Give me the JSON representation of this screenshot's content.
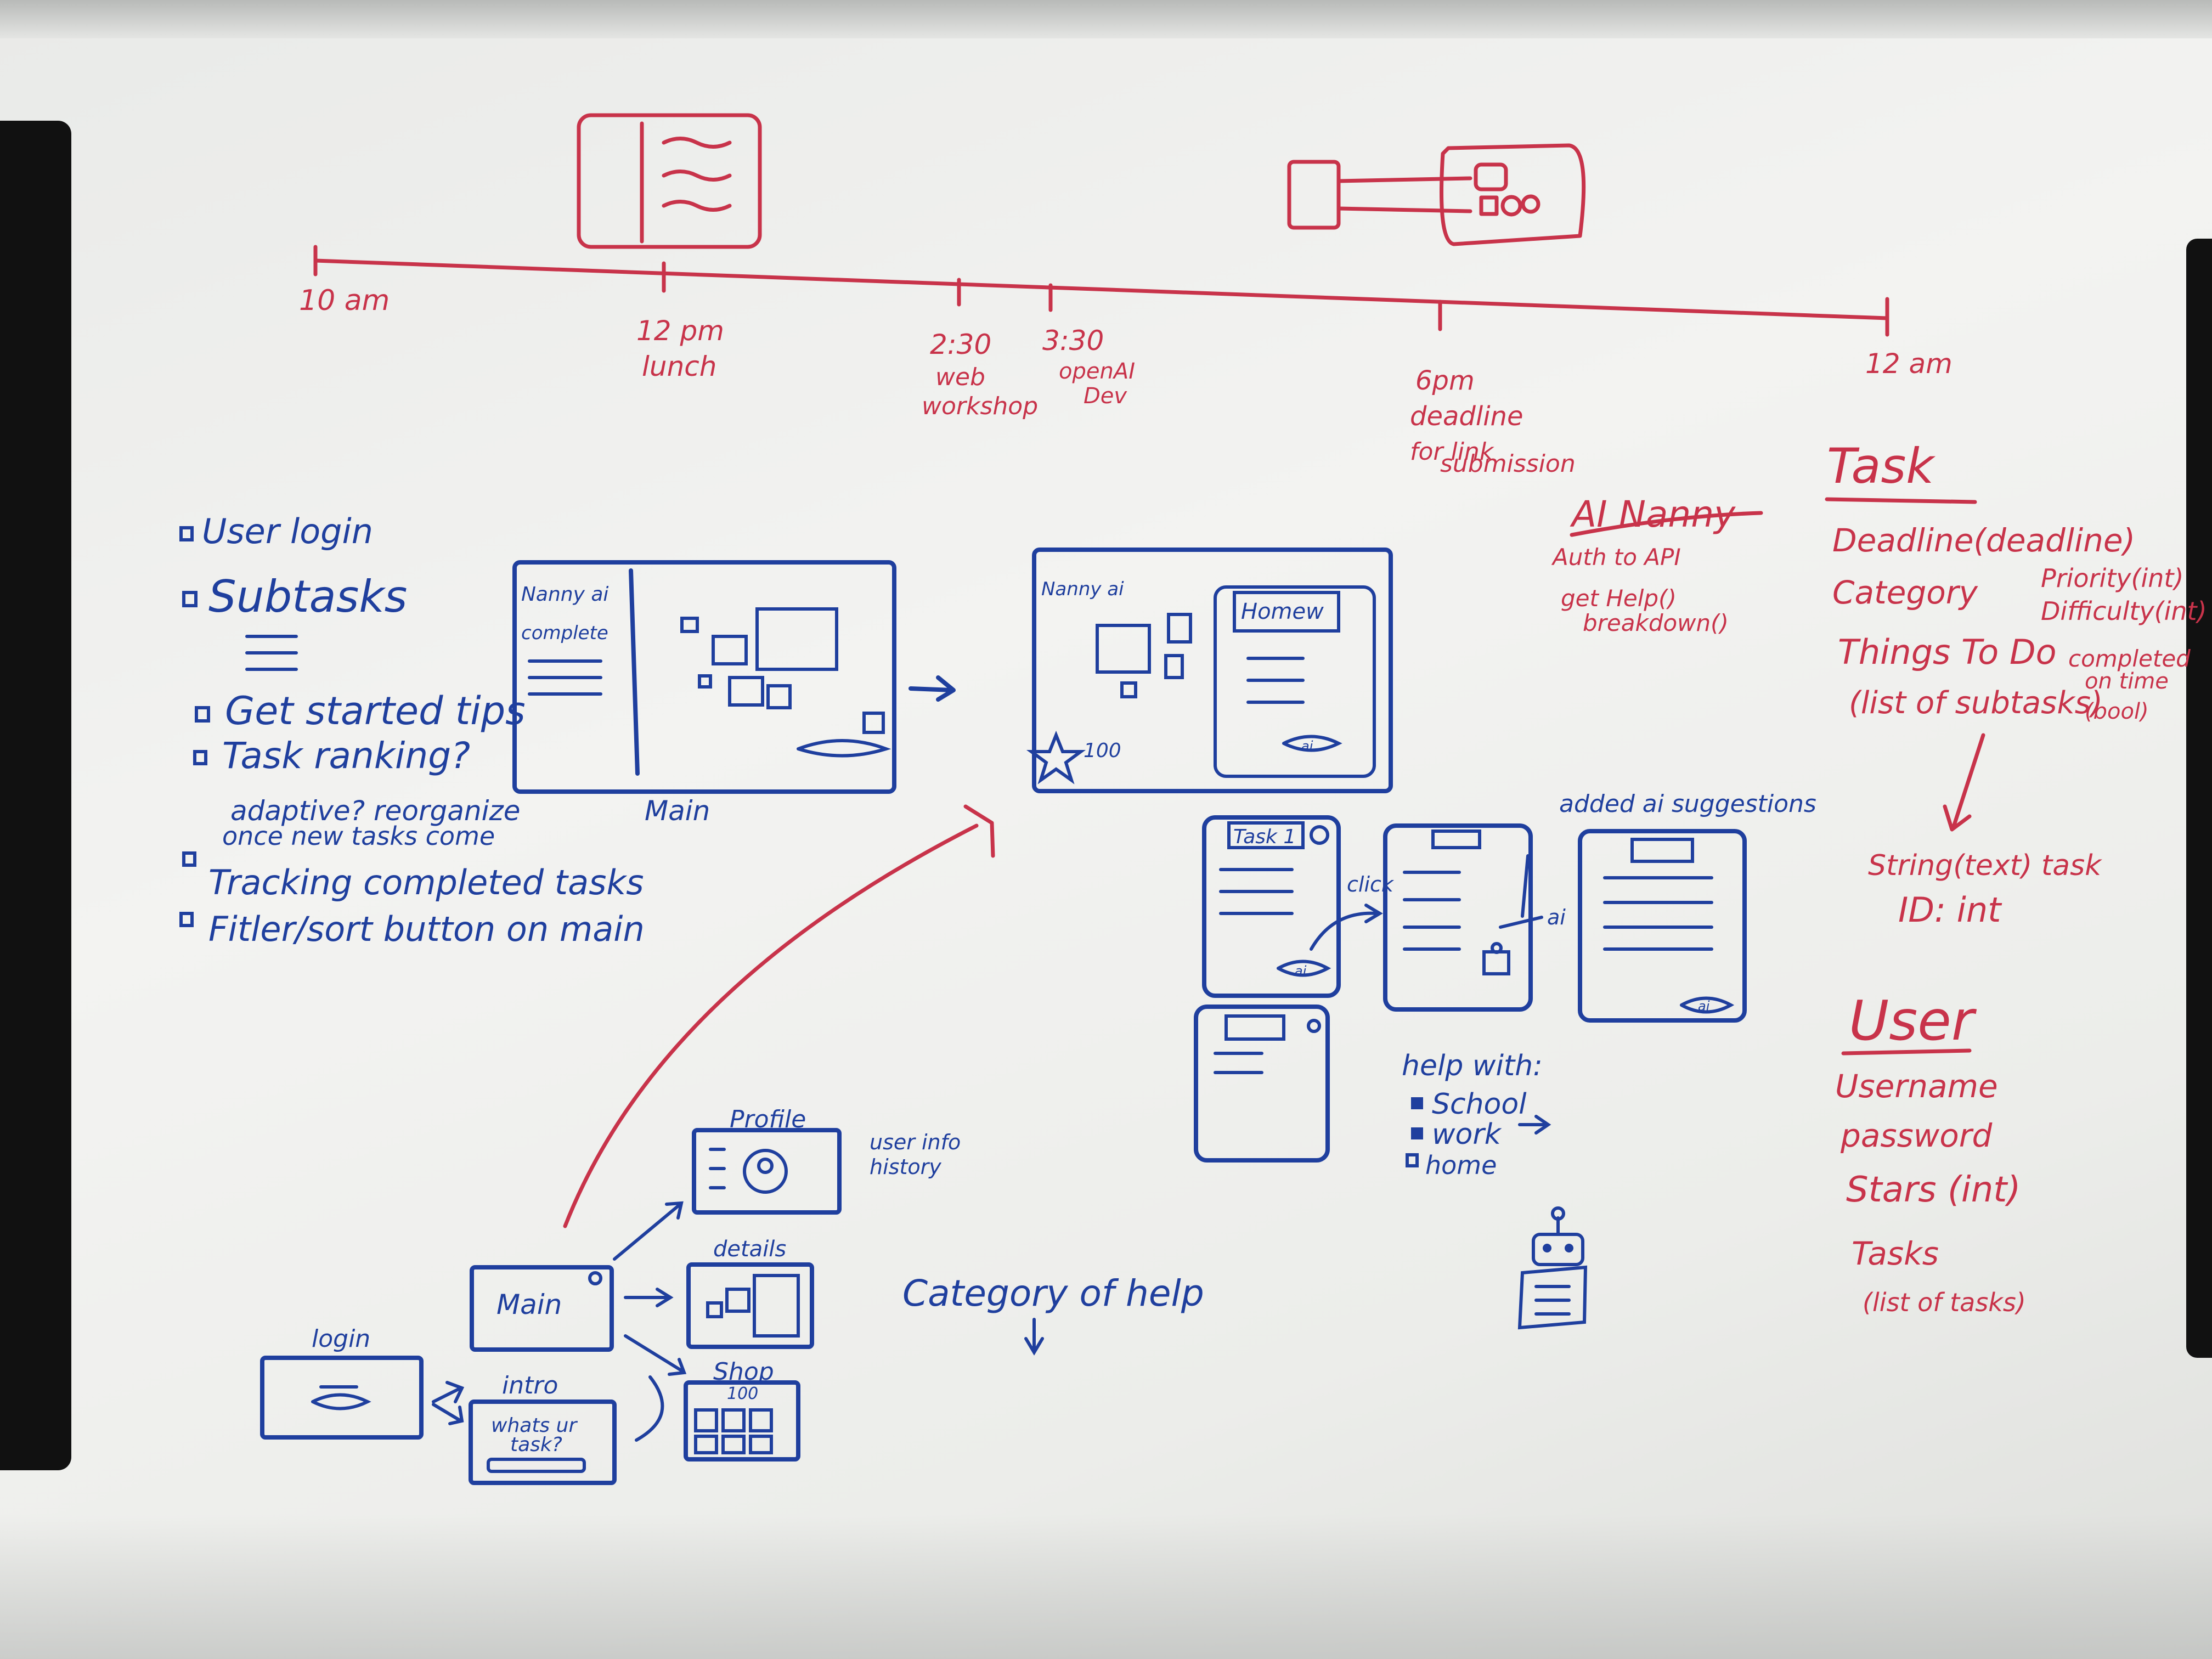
{
  "timeline": {
    "start": "10 am",
    "lunch_time": "12 pm",
    "lunch": "lunch",
    "web_time": "2:30",
    "web_1": "web",
    "web_2": "workshop",
    "openai_time": "3:30",
    "openai_1": "openAI",
    "openai_2": "Dev",
    "deadline_time": "6pm",
    "deadline_1": "deadline",
    "deadline_2": "for link",
    "deadline_3": "submission",
    "end": "12 am"
  },
  "features": [
    "User login",
    "Subtasks",
    "Get started tips",
    "Task ranking?",
    "adaptive? reorganize",
    "once new tasks come",
    "Tracking completed tasks",
    "Fitler/sort button on main"
  ],
  "wireframes": {
    "main_caption": "Main",
    "main_header": "Nanny ai",
    "main_list_header": "complete",
    "second_header": "Nanny ai",
    "second_panel_title": "Homew",
    "second_stars": "100",
    "ai_button": "ai",
    "task_card_title": "Task 1",
    "click_label": "click",
    "ai_label": "ai",
    "added_suggestions": "added ai suggestions"
  },
  "help_with": {
    "title": "help with:",
    "items": [
      "School",
      "work",
      "home"
    ]
  },
  "ai_nanny": {
    "title": "AI Nanny",
    "items": [
      "Auth to API",
      "get Help()",
      "breakdown()"
    ]
  },
  "task_schema": {
    "title": "Task",
    "fields": [
      "Deadline(deadline)",
      "Category",
      "Things To Do",
      "(list of subtasks)"
    ],
    "side_fields": [
      "Priority(int)",
      "Difficulty(int)",
      "completed",
      "on time",
      "(bool)"
    ],
    "id_line_1": "String(text) task",
    "id_line_2": "ID: int"
  },
  "user_schema": {
    "title": "User",
    "fields": [
      "Username",
      "password",
      "Stars (int)",
      "Tasks",
      "(list of tasks)"
    ]
  },
  "flow": {
    "login": "login",
    "main": "Main",
    "intro": "intro",
    "intro_prompt_1": "whats ur",
    "intro_prompt_2": "task?",
    "profile": "Profile",
    "profile_note_1": "user info",
    "profile_note_2": "history",
    "details": "details",
    "shop": "Shop",
    "shop_stars": "100"
  },
  "category_of_help": "Category of help"
}
